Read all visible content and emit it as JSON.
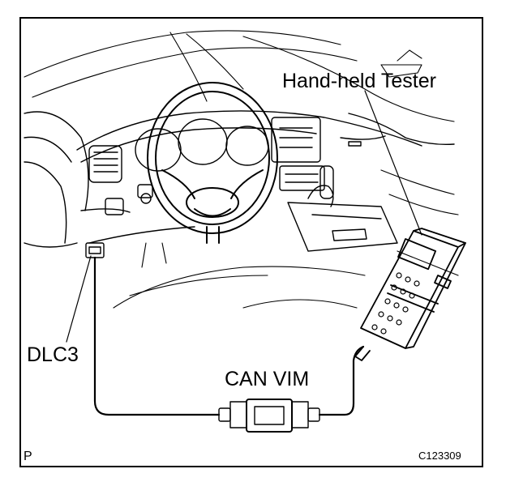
{
  "labels": {
    "tester": "Hand-held Tester",
    "dlc3": "DLC3",
    "can_vim": "CAN VIM",
    "corner_code": "P",
    "figure_id": "C123309"
  }
}
